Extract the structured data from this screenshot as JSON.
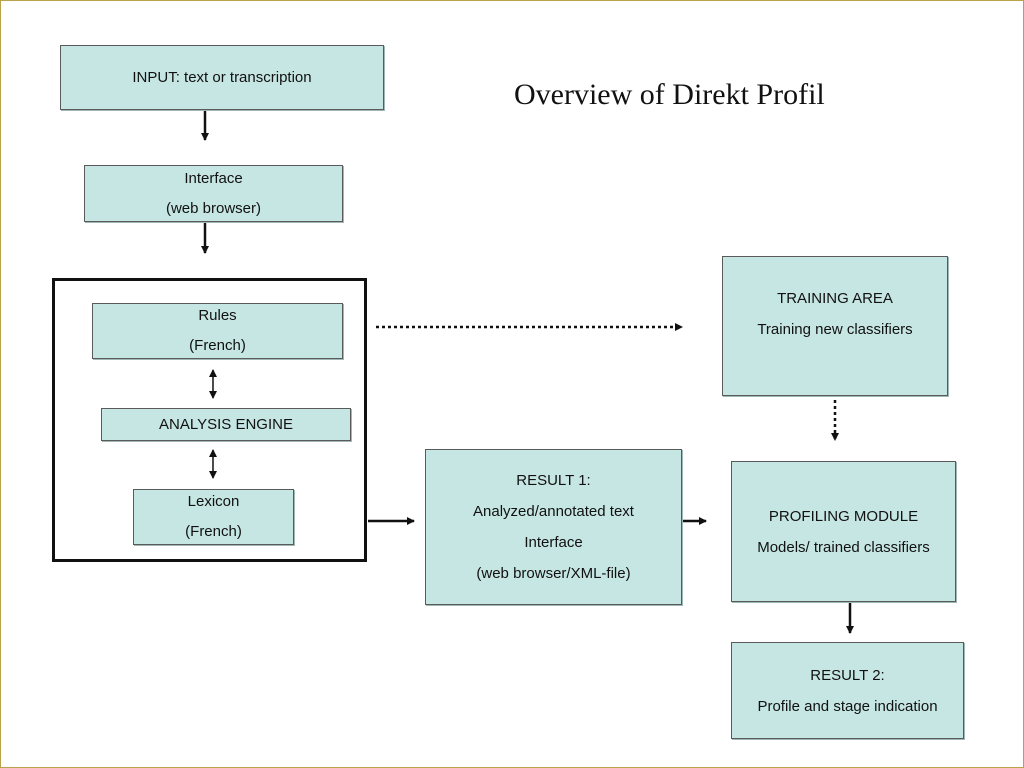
{
  "title": "Overview of Direkt Profil",
  "nodes": {
    "input": {
      "line1": "INPUT: text or transcription"
    },
    "interface": {
      "line1": "Interface",
      "line2": "(web browser)"
    },
    "rules": {
      "line1": "Rules",
      "line2": "(French)"
    },
    "analysis_engine": {
      "line1": "ANALYSIS ENGINE"
    },
    "lexicon": {
      "line1": "Lexicon",
      "line2": "(French)"
    },
    "training_area": {
      "line1": "TRAINING AREA",
      "line2": "Training new classifiers"
    },
    "result1": {
      "line1": "RESULT 1:",
      "line2": "Analyzed/annotated text",
      "line3": "Interface",
      "line4": "(web browser/XML-file)"
    },
    "profiling_module": {
      "line1": "PROFILING MODULE",
      "line2": "Models/ trained classifiers"
    },
    "result2": {
      "line1": "RESULT 2:",
      "line2": "Profile and stage indication"
    }
  },
  "edges": [
    {
      "from": "input",
      "to": "interface",
      "style": "solid"
    },
    {
      "from": "interface",
      "to": "engine-group",
      "style": "solid"
    },
    {
      "from": "rules",
      "to": "analysis_engine",
      "style": "solid-bidirectional"
    },
    {
      "from": "analysis_engine",
      "to": "lexicon",
      "style": "solid-bidirectional"
    },
    {
      "from": "engine-group",
      "to": "training_area",
      "style": "dotted"
    },
    {
      "from": "training_area",
      "to": "profiling_module",
      "style": "dotted"
    },
    {
      "from": "engine-group",
      "to": "result1",
      "style": "solid"
    },
    {
      "from": "result1",
      "to": "profiling_module",
      "style": "solid"
    },
    {
      "from": "profiling_module",
      "to": "result2",
      "style": "solid"
    }
  ],
  "colors": {
    "box_fill": "#c6e6e4",
    "box_border": "#5a5a5a",
    "arrow": "#111111",
    "frame_border": "#b8a24a"
  }
}
